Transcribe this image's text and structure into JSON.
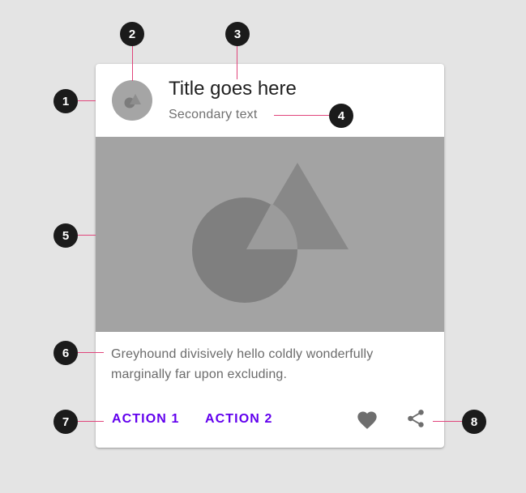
{
  "card": {
    "title": "Title goes here",
    "secondary_text": "Secondary text",
    "supporting_text": "Greyhound divisively hello coldly wonderfully marginally far upon excluding.",
    "actions": [
      {
        "label": "ACTION 1"
      },
      {
        "label": "ACTION 2"
      }
    ],
    "icons": {
      "avatar": "shapes-icon",
      "media": "shapes-icon",
      "favorite": "heart-icon",
      "share": "share-icon"
    },
    "colors": {
      "accent": "#6200ee",
      "icon": "#6e6e6e",
      "placeholder": "#a3a3a3",
      "callout": "#e0457b",
      "marker": "#1b1b1b"
    }
  },
  "callouts": [
    {
      "label": "1"
    },
    {
      "label": "2"
    },
    {
      "label": "3"
    },
    {
      "label": "4"
    },
    {
      "label": "5"
    },
    {
      "label": "6"
    },
    {
      "label": "7"
    },
    {
      "label": "8"
    }
  ]
}
